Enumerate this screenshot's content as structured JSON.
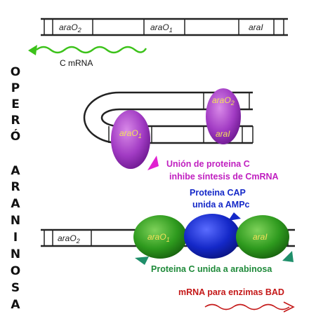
{
  "side_title": "OPERÓ ARANINOSA",
  "side_letters_top": [
    "O",
    "P",
    "E",
    "R",
    "Ó"
  ],
  "side_letters_bottom": [
    "A",
    "R",
    "A",
    "N",
    "I",
    "N",
    "O",
    "S",
    "A"
  ],
  "top_strip": {
    "araO2": {
      "base": "araO",
      "sub": "2"
    },
    "araO1": {
      "base": "araO",
      "sub": "1"
    },
    "araI": "araI"
  },
  "c_mrna_label": "C mRNA",
  "loop": {
    "araO2": {
      "base": "araO",
      "sub": "2"
    },
    "araO1": {
      "base": "araO",
      "sub": "1"
    },
    "araI": "araI"
  },
  "union_caption": [
    "Unión de proteina C",
    "inhibe síntesis de CmRNA"
  ],
  "cap_caption": [
    "Proteina CAP",
    "unida a AMPc"
  ],
  "bottom_strip": {
    "araO2": {
      "base": "araO",
      "sub": "2"
    },
    "araO1": {
      "base": "araO",
      "sub": "1"
    },
    "araI": "araI"
  },
  "protein_c_caption": "Proteina C unida a arabinosa",
  "mrna_bad_caption": "mRNA para enzimas BAD",
  "colors": {
    "purple": "#a23cc4",
    "green": "#2e8a1e",
    "blue": "#1428c8",
    "magenta": "#e020d0",
    "red": "#c41818",
    "teal": "#1f8f6a",
    "mrna_green": "#3cc21a"
  }
}
